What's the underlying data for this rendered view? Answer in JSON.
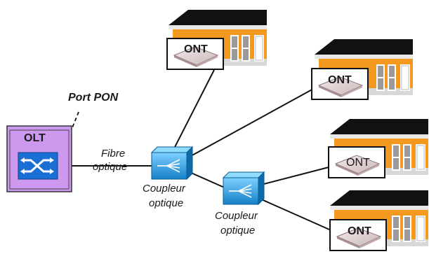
{
  "olt": {
    "label": "OLT"
  },
  "port_pon": {
    "label": "Port PON"
  },
  "fibre": {
    "line1": "Fibre",
    "line2": "optique"
  },
  "couplers": [
    {
      "line1": "Coupleur",
      "line2": "optique"
    },
    {
      "line1": "Coupleur",
      "line2": "optique"
    }
  ],
  "onts": [
    {
      "label": "ONT"
    },
    {
      "label": "ONT"
    },
    {
      "label": "ONT"
    },
    {
      "label": "ONT"
    }
  ],
  "colors": {
    "olt_fill": "#cc99ee",
    "switch_blue": "#1a6fd4",
    "coupler_blue": "#1e9be0",
    "house_orange": "#f39a1e",
    "roof": "#111111",
    "window_gray": "#9a9a9a"
  }
}
